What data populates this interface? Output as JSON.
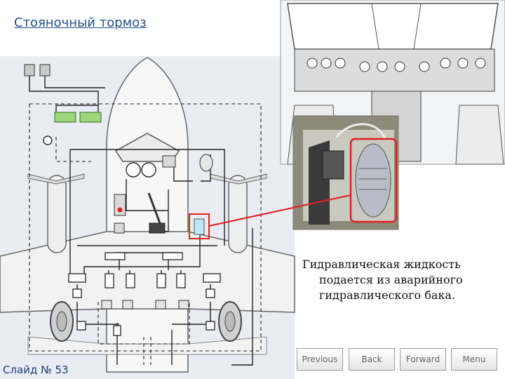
{
  "slide": {
    "title": "Стояночный тормоз",
    "slide_number": "Слайд № 53"
  },
  "caption": {
    "line1": "Гидравлическая жидкость",
    "line2": "подается из аварийного",
    "line3": "гидравлического бака."
  },
  "nav": {
    "previous": "Previous",
    "back": "Back",
    "forward": "Forward",
    "menu": "Menu"
  },
  "colors": {
    "title": "#1f4e8c",
    "highlight": "#e02020",
    "panel_bg": "#e9ecf2",
    "aircraft_fill": "#f4f4f4",
    "indicator_green": "#9bd67a",
    "fluid_blue": "#bfe6f7"
  }
}
